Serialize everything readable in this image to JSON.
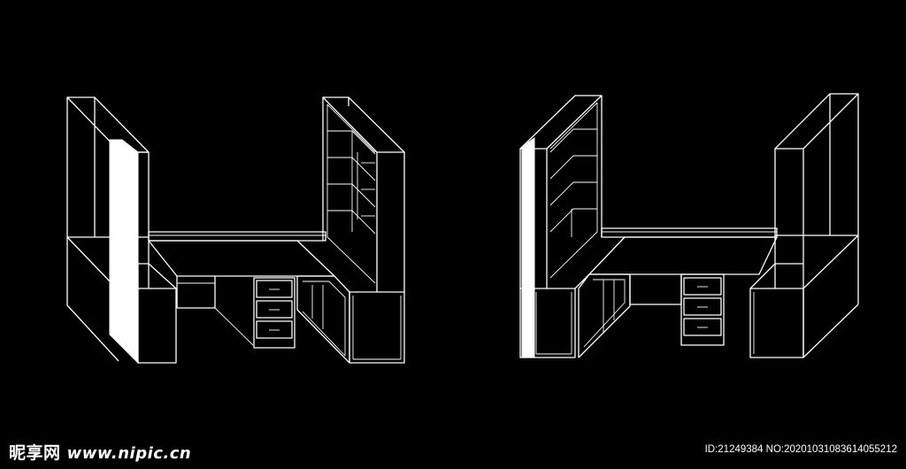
{
  "watermark": {
    "brand": "昵享网",
    "site": "www.nipic.cn"
  },
  "image_info": {
    "id_line": "ID:21249384 NO:20201031083614055212"
  },
  "colors": {
    "background": "#000000",
    "line": "#ffffff"
  }
}
